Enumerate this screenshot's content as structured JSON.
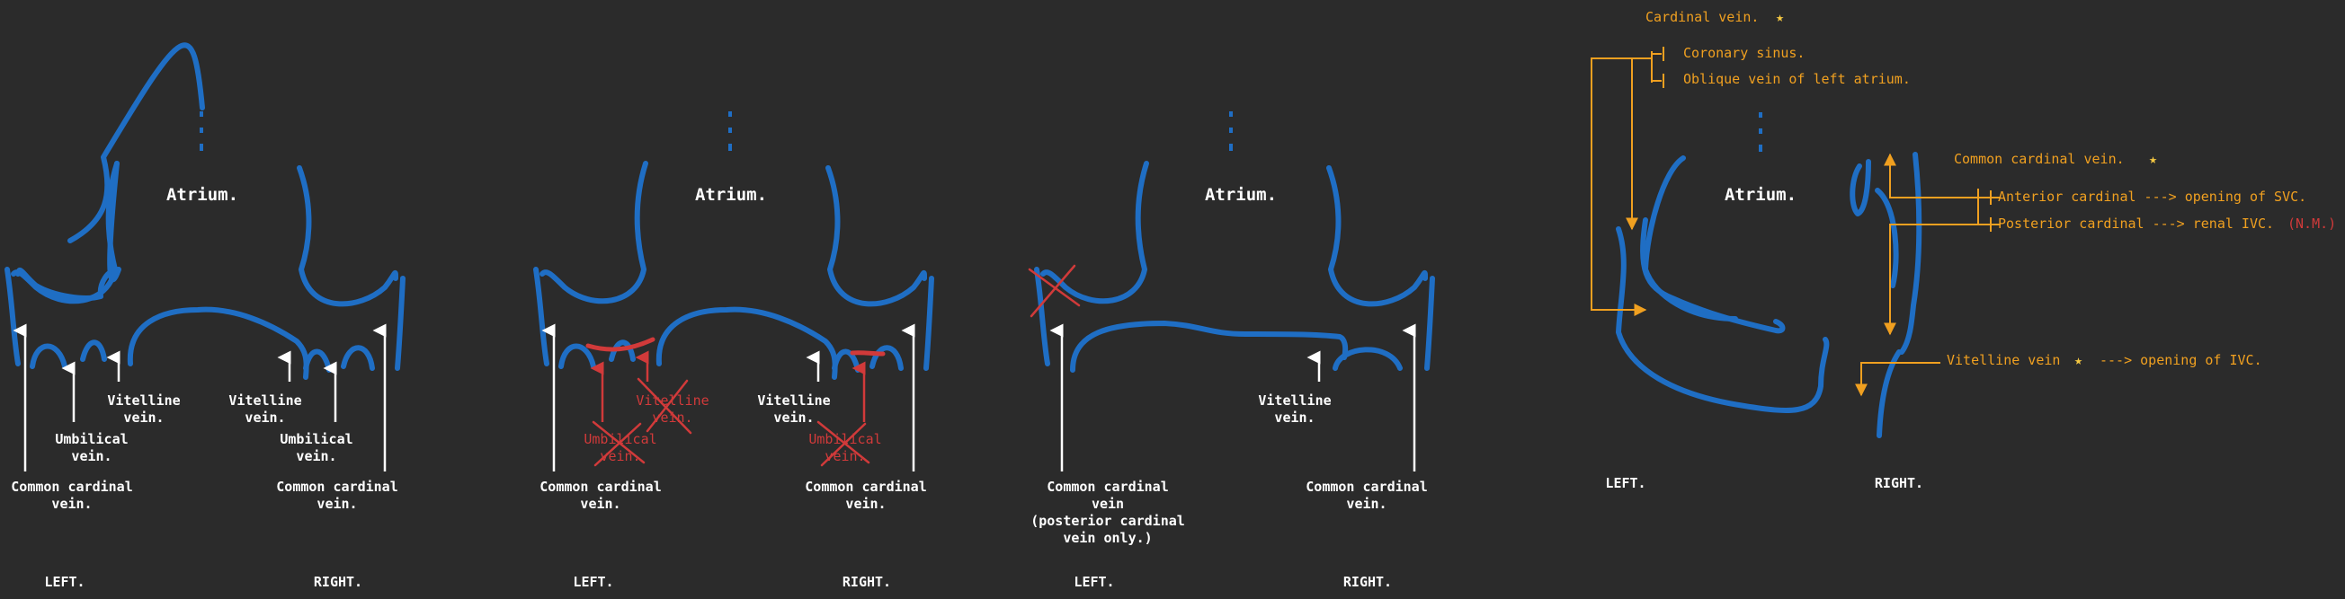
{
  "colors": {
    "background": "#2b2b2b",
    "vein": "#1f6ec4",
    "label": "#ffffff",
    "obliterated": "#d13a3a",
    "annotation": "#f0a020"
  },
  "common": {
    "atrium": "Atrium.",
    "left": "LEFT.",
    "right": "RIGHT."
  },
  "panel1": {
    "left_vitelline": [
      "Vitelline",
      "vein."
    ],
    "left_umbilical": [
      "Umbilical",
      "vein."
    ],
    "left_cardinal": [
      "Common cardinal",
      "vein."
    ],
    "right_vitelline": [
      "Vitelline",
      "vein."
    ],
    "right_umbilical": [
      "Umbilical",
      "vein."
    ],
    "right_cardinal": [
      "Common cardinal",
      "vein."
    ]
  },
  "panel2": {
    "left_vitelline": [
      "Vitelline",
      "vein."
    ],
    "left_umbilical": [
      "Umbilical",
      "vein."
    ],
    "left_cardinal": [
      "Common cardinal",
      "vein."
    ],
    "right_vitelline": [
      "Vitelline",
      "vein."
    ],
    "right_umbilical": [
      "Umbilical",
      "vein."
    ],
    "right_cardinal": [
      "Common cardinal",
      "vein."
    ]
  },
  "panel3": {
    "left_cardinal": [
      "Common cardinal",
      "vein",
      "(posterior cardinal",
      "vein only.)"
    ],
    "right_vitelline": [
      "Vitelline",
      "vein."
    ],
    "right_cardinal": [
      "Common cardinal",
      "vein."
    ]
  },
  "panel4": {
    "cardinal_vein": "Cardinal vein.",
    "coronary_sinus": "Coronary sinus.",
    "oblique_vein": "Oblique vein of left atrium.",
    "common_cardinal": "Common cardinal vein.",
    "anterior_cardinal": "Anterior cardinal ---> opening of SVC.",
    "posterior_cardinal": "Posterior cardinal ---> renal IVC.",
    "nm": "(N.M.)",
    "vitelline": "Vitelline vein",
    "vitelline_tail": "---> opening of IVC.",
    "star": "★"
  }
}
